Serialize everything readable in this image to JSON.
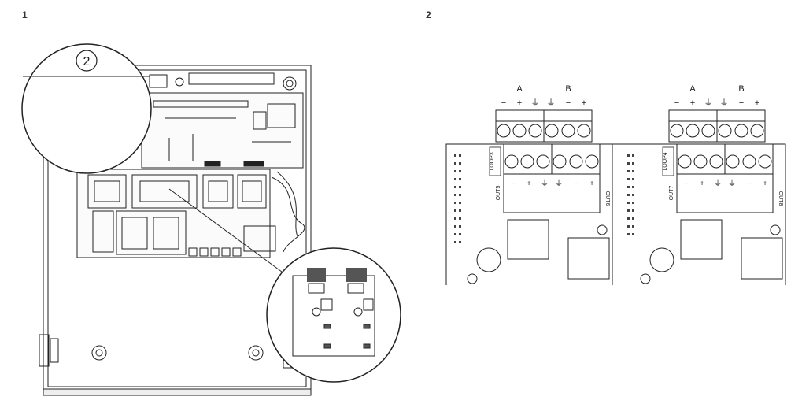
{
  "panels": [
    {
      "label": "1"
    },
    {
      "label": "2"
    }
  ],
  "callout_number": "2",
  "boards": [
    {
      "terminal_groups": [
        "A",
        "B"
      ],
      "polarity_top": [
        "−",
        "+",
        "⏚",
        "⏚",
        "−",
        "+"
      ],
      "polarity_bottom": [
        "−",
        "+",
        "⏚",
        "⏚",
        "−",
        "+"
      ],
      "loop_label": "LOOP3",
      "out_left": "OUT5",
      "out_right": "OUT6"
    },
    {
      "terminal_groups": [
        "A",
        "B"
      ],
      "polarity_top": [
        "−",
        "+",
        "⏚",
        "⏚",
        "−",
        "+"
      ],
      "polarity_bottom": [
        "−",
        "+",
        "⏚",
        "⏚",
        "−",
        "+"
      ],
      "loop_label": "LOOP4",
      "out_left": "OUT7",
      "out_right": "OUT8"
    }
  ]
}
